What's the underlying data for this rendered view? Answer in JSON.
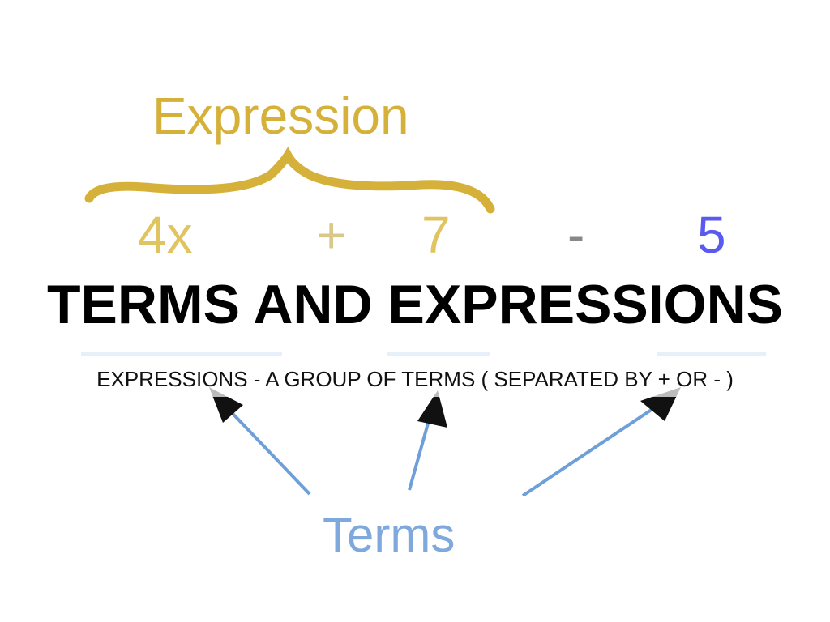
{
  "slide": {
    "title": "TERMS AND EXPRESSIONS",
    "subtitle": "EXPRESSIONS - A GROUP OF TERMS ( SEPARATED BY + OR - )"
  },
  "background_diagram": {
    "expression_label": "Expression",
    "terms_label": "Terms",
    "term_1": "4x",
    "operator_1": "+",
    "term_2": "7",
    "operator_2": "-",
    "term_3": "5",
    "colors": {
      "expression": "#d6b13a",
      "terms": "#7fa9dc",
      "arrow": "#111111"
    }
  }
}
